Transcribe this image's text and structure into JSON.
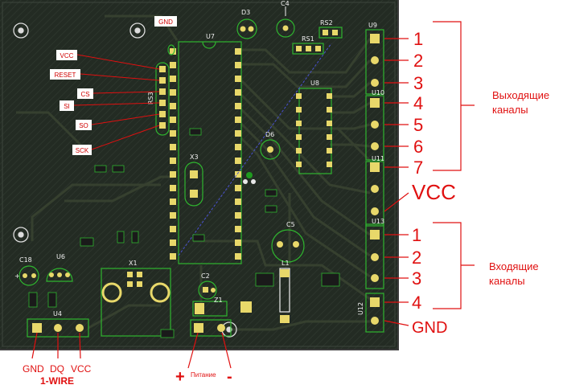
{
  "board": {
    "gnd_tag": "GND",
    "components": {
      "u7": "U7",
      "u8": "U8",
      "u9": "U9",
      "u10": "U10",
      "u11": "U11",
      "u12": "U12",
      "u13": "U13",
      "d3": "D3",
      "d6": "D6",
      "c4": "C4",
      "c2": "C2",
      "c5": "C5",
      "c18": "C18",
      "rs1": "RS1",
      "rs2": "RS2",
      "rs3": "RS3",
      "x1": "X1",
      "x3": "X3",
      "z1": "Z1",
      "u4": "U4",
      "u6": "U6",
      "l1": "L1"
    },
    "isp_pins": [
      "VCC",
      "RESET",
      "CS",
      "SI",
      "SO",
      "SCK"
    ]
  },
  "annotations": {
    "outputs_title": [
      "Выходящие",
      "каналы"
    ],
    "output_numbers": [
      "1",
      "2",
      "3",
      "4",
      "5",
      "6",
      "7"
    ],
    "vcc_label": "VCC",
    "inputs_title": [
      "Входящие",
      "каналы"
    ],
    "input_numbers": [
      "1",
      "2",
      "3",
      "4"
    ],
    "gnd_label": "GND",
    "onewire_pins": [
      "GND",
      "DQ",
      "VCC"
    ],
    "onewire_title": "1-WIRE",
    "power_plus": "+",
    "power_label": "Питание",
    "power_minus": "-"
  },
  "colors": {
    "board": "#1e2520",
    "copper": "#2a3329",
    "silkscreen": "#f0f0f0",
    "pad": "#e8d86a",
    "annotation": "#e01010",
    "highlight": "#1f9a1f"
  }
}
